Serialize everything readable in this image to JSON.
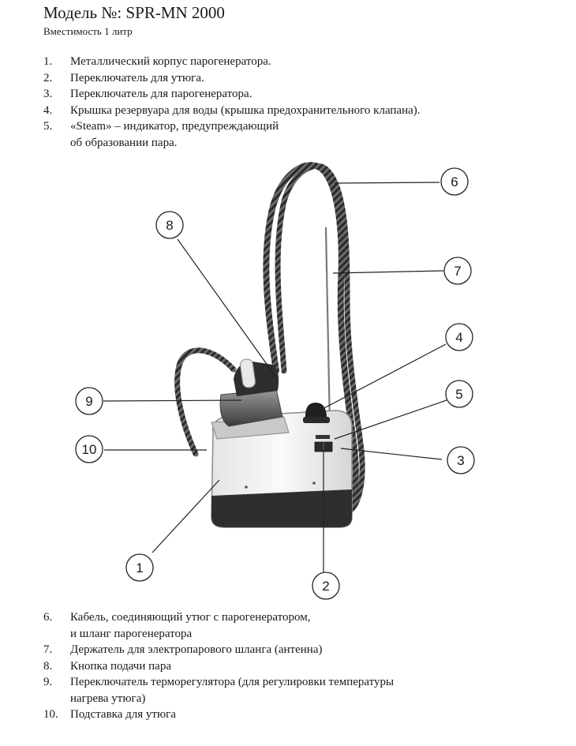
{
  "header": {
    "title": "Модель №: SPR-MN 2000",
    "subtitle": "Вместимость 1 литр"
  },
  "top_list": [
    {
      "num": "1.",
      "text": "Металлический корпус парогенератора."
    },
    {
      "num": "2.",
      "text": "Переключатель для утюга."
    },
    {
      "num": "3.",
      "text": "Переключатель для парогенератора."
    },
    {
      "num": "4.",
      "text": "Крышка резервуара для воды (крышка предохранительного клапана)."
    },
    {
      "num": "5.",
      "text": "«Steam» – индикатор, предупреждающий\nоб образовании пара."
    }
  ],
  "callouts": [
    "1",
    "2",
    "3",
    "4",
    "5",
    "6",
    "7",
    "8",
    "9",
    "10"
  ],
  "bottom_list": [
    {
      "num": "6.",
      "text": "Кабель, соединяющий утюг с парогенератором,\nи шланг парогенератора"
    },
    {
      "num": "7.",
      "text": "Держатель для электропарового шланга (антенна)"
    },
    {
      "num": "8.",
      "text": "Кнопка подачи пара"
    },
    {
      "num": "9.",
      "text": "Переключатель терморегулятора (для регулировки температуры\nнагрева утюга)"
    },
    {
      "num": "10.",
      "text": "Подставка для утюга"
    }
  ]
}
